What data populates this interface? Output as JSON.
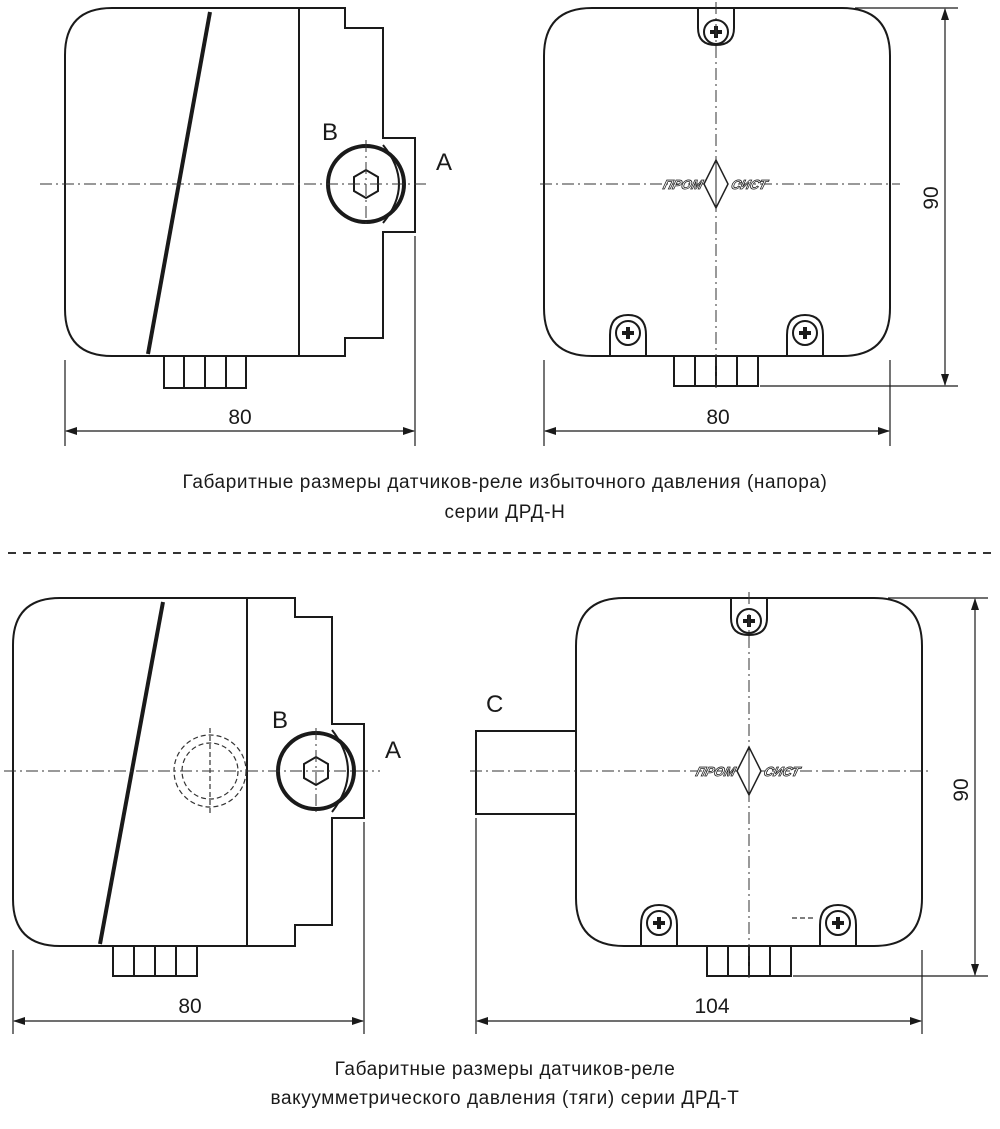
{
  "top": {
    "side_view": {
      "label_b": "В",
      "label_a": "А",
      "width_dim": "80"
    },
    "front_view": {
      "width_dim": "80",
      "height_dim": "90",
      "logo_left": "ПРОМ",
      "logo_right": "СИСТ"
    },
    "caption_line1": "Габаритные размеры датчиков-реле избыточного давления (напора)",
    "caption_line2": "серии ДРД-Н"
  },
  "bottom": {
    "side_view": {
      "label_b": "В",
      "label_a": "А",
      "width_dim": "80"
    },
    "front_view": {
      "label_c": "С",
      "width_dim": "104",
      "height_dim": "90",
      "logo_left": "ПРОМ",
      "logo_right": "СИСТ"
    },
    "caption_line1": "Габаритные размеры датчиков-реле",
    "caption_line2": "вакуумметрического давления (тяги) серии ДРД-Т"
  }
}
